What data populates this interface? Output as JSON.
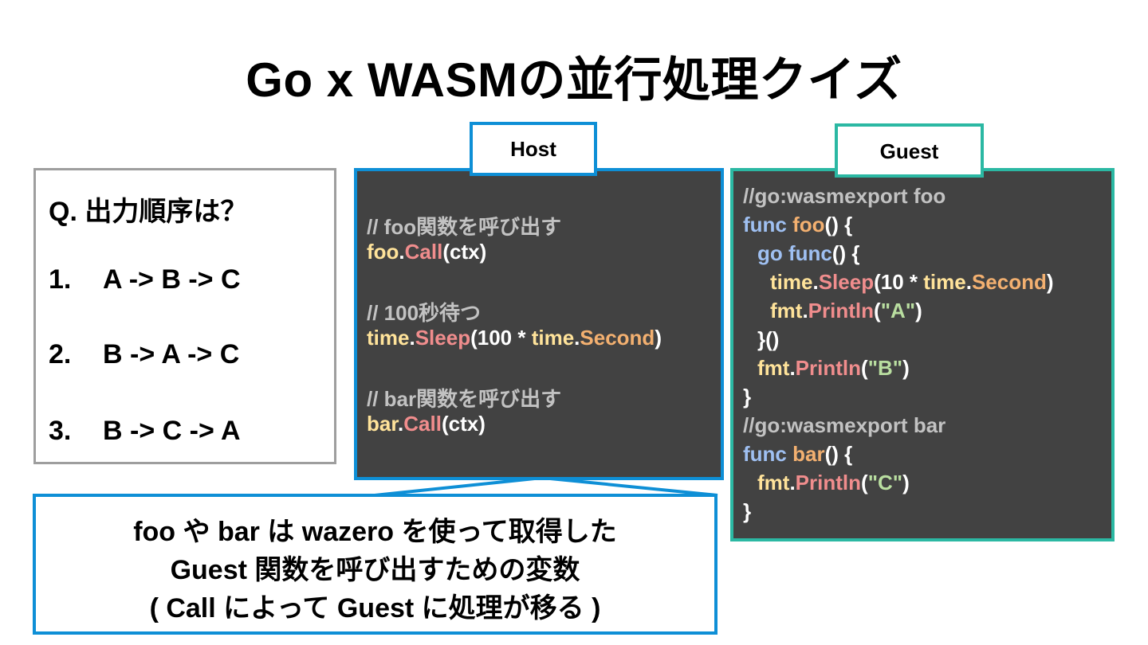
{
  "slide": {
    "title": "Go x WASMの並行処理クイズ"
  },
  "question": {
    "title": "Q. 出力順序は？",
    "options": [
      {
        "num": "1.",
        "text": "A -> B -> C"
      },
      {
        "num": "2.",
        "text": "B -> A -> C"
      },
      {
        "num": "3.",
        "text": "B -> C -> A"
      }
    ]
  },
  "host": {
    "label": "Host",
    "tokens": {
      "cmt1": "// foo関数を呼び出す",
      "foo": "foo",
      "dot1": ".",
      "call1": "Call",
      "args1": "(ctx)",
      "cmt2": "// 100秒待つ",
      "time1": "time",
      "dot2": ".",
      "sleep": "Sleep",
      "open": "(100 * ",
      "time2": "time",
      "dot3": ".",
      "second": "Second",
      "close": ")",
      "cmt3": "// bar関数を呼び出す",
      "bar": "bar",
      "dot4": ".",
      "call2": "Call",
      "args2": "(ctx)"
    }
  },
  "guest": {
    "label": "Guest",
    "tokens": {
      "l1": "//go:wasmexport foo",
      "l2_func": "func ",
      "l2_name": "foo",
      "l2_rest": "() {",
      "l3_go": "go ",
      "l3_func": "func",
      "l3_rest": "() {",
      "l4_time": "time",
      "l4_dot": ".",
      "l4_sleep": "Sleep",
      "l4_mid": "(10 * ",
      "l4_time2": "time",
      "l4_dot2": ".",
      "l4_second": "Second",
      "l4_close": ")",
      "l5_fmt": "fmt",
      "l5_dot": ".",
      "l5_println": "Println",
      "l5_open": "(",
      "l5_str": "\"A\"",
      "l5_close": ")",
      "l6": "}()",
      "l7_fmt": "fmt",
      "l7_dot": ".",
      "l7_println": "Println",
      "l7_open": "(",
      "l7_str": "\"B\"",
      "l7_close": ")",
      "l8": "}",
      "l9": "//go:wasmexport bar",
      "l10_func": "func ",
      "l10_name": "bar",
      "l10_rest": "() {",
      "l11_fmt": "fmt",
      "l11_dot": ".",
      "l11_println": "Println",
      "l11_open": "(",
      "l11_str": "\"C\"",
      "l11_close": ")",
      "l12": "}"
    }
  },
  "callout": {
    "line1": "foo や bar は wazero を使って取得した",
    "line2": "Guest 関数を呼び出すための変数",
    "line3": "( Call によって  Guest に処理が移る )"
  },
  "colors": {
    "host_border": "#0e8fd6",
    "guest_border": "#2bb8a3",
    "panel_bg": "#424242",
    "question_border": "#9e9e9e"
  }
}
